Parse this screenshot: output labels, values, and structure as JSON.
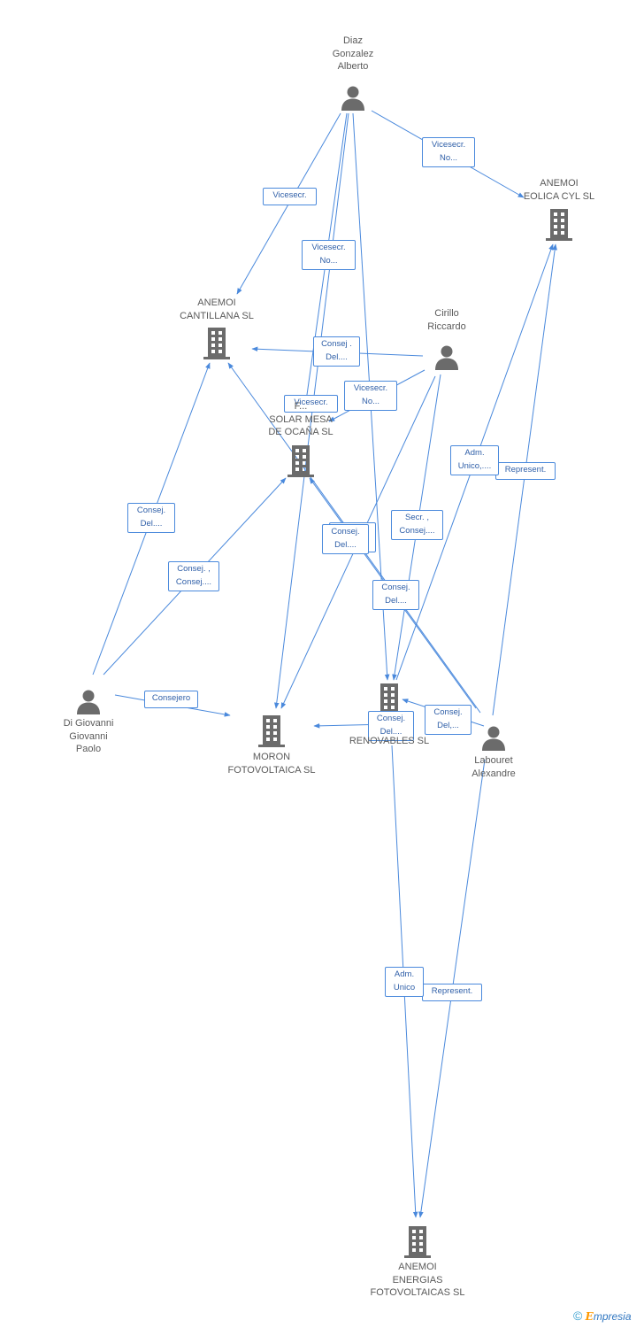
{
  "colors": {
    "edge": "#4a89dc",
    "icon": "#6b6b6b",
    "label_text": "#5a5a5a",
    "edge_label_text": "#2f5fa8"
  },
  "nodes": [
    {
      "id": "diaz",
      "type": "person",
      "label": "Diaz\nGonzalez\nAlberto"
    },
    {
      "id": "anemoi_eolica",
      "type": "company",
      "label": "ANEMOI\nEOLICA CYL  SL"
    },
    {
      "id": "anemoi_cantillana",
      "type": "company",
      "label": "ANEMOI\nCANTILLANA SL"
    },
    {
      "id": "cirillo",
      "type": "person",
      "label": "Cirillo\nRiccardo"
    },
    {
      "id": "solar_mesa",
      "type": "company",
      "label": "F...\nSOLAR MESA\nDE OCAÑA SL"
    },
    {
      "id": "di_giovanni",
      "type": "person",
      "label": "Di Giovanni\nGiovanni\nPaolo"
    },
    {
      "id": "moron",
      "type": "company",
      "label": "MORON\nFOTOVOLTAICA SL"
    },
    {
      "id": "renovables",
      "type": "company",
      "label": "RENOVABLES SL"
    },
    {
      "id": "labouret",
      "type": "person",
      "label": "Labouret\nAlexandre"
    },
    {
      "id": "anemoi_energias",
      "type": "company",
      "label": "ANEMOI\nENERGIAS\nFOTOVOLTAICAS SL"
    }
  ],
  "edges": [
    {
      "from": "diaz",
      "to": "anemoi_eolica",
      "label": "Vicesecr.\nNo..."
    },
    {
      "from": "diaz",
      "to": "anemoi_cantillana",
      "label": "Vicesecr."
    },
    {
      "from": "diaz",
      "to": "solar_mesa",
      "label": "Vicesecr.\nNo..."
    },
    {
      "from": "diaz",
      "to": "moron",
      "label": "Vicesecr."
    },
    {
      "from": "diaz",
      "to": "renovables",
      "label": ""
    },
    {
      "from": "cirillo",
      "to": "anemoi_cantillana",
      "label": "Consej .\nDel...."
    },
    {
      "from": "cirillo",
      "to": "solar_mesa",
      "label": "Vicesecr.\nNo..."
    },
    {
      "from": "cirillo",
      "to": "moron",
      "label": "Consej .\nDel...."
    },
    {
      "from": "cirillo",
      "to": "renovables",
      "label": "Secr. ,\nConsej...."
    },
    {
      "from": "di_giovanni",
      "to": "anemoi_cantillana",
      "label": "Consej.\nDel...."
    },
    {
      "from": "di_giovanni",
      "to": "solar_mesa",
      "label": "Consej. ,\nConsej...."
    },
    {
      "from": "di_giovanni",
      "to": "moron",
      "label": "Consejero"
    },
    {
      "from": "labouret",
      "to": "anemoi_eolica",
      "label": "Represent."
    },
    {
      "from": "labouret",
      "to": "anemoi_cantillana",
      "label": "Consej.\nDel...."
    },
    {
      "from": "labouret",
      "to": "solar_mesa",
      "label": "Consej.\nDel...."
    },
    {
      "from": "labouret",
      "to": "anemoi_energias",
      "label": "Represent."
    },
    {
      "from": "renovables",
      "to": "anemoi_eolica",
      "label": "Adm.\nUnico,...."
    },
    {
      "from": "renovables",
      "to": "moron",
      "label": "Consej.\nDel...."
    },
    {
      "from": "renovables",
      "to": "anemoi_energias",
      "label": "Adm.\nUnico"
    },
    {
      "from": "labouret",
      "to": "renovables",
      "label": "Consej.\nDel,..."
    }
  ],
  "watermark": {
    "copyright": "©",
    "brand_initial": "E",
    "brand_rest": "mpresia"
  }
}
